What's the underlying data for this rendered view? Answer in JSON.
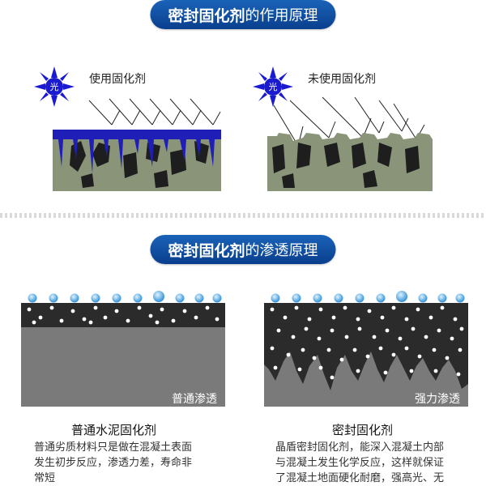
{
  "section1": {
    "title_bold": "密封固化剂",
    "title_rest": "的作用原理"
  },
  "left_top": {
    "label": "使用固化剂",
    "sun_text": "光"
  },
  "right_top": {
    "label": "未使用固化剂",
    "sun_text": "光"
  },
  "section2": {
    "title_bold": "密封固化剂",
    "title_rest": "的渗透原理"
  },
  "left_bottom": {
    "tag": "普通渗透",
    "caption": "普通水泥固化剂",
    "desc": [
      "普通劣质材料只是做在混凝土表面",
      "发生初步反应，渗透力差，寿命非",
      "常短"
    ]
  },
  "right_bottom": {
    "tag": "强力渗透",
    "caption": "密封固化剂",
    "desc": [
      "晶盾密封固化剂，能深入混凝土内部",
      "与混凝土发生化学反应，这样就保证",
      "了混凝土地面硬化耐磨，强高光、无"
    ]
  },
  "colors": {
    "pill": "#0a3f8e",
    "sealer": "#1f1fb8",
    "sun": "#1a1ad0",
    "concrete": "#8a9478",
    "drop": "#4aa3e0"
  }
}
